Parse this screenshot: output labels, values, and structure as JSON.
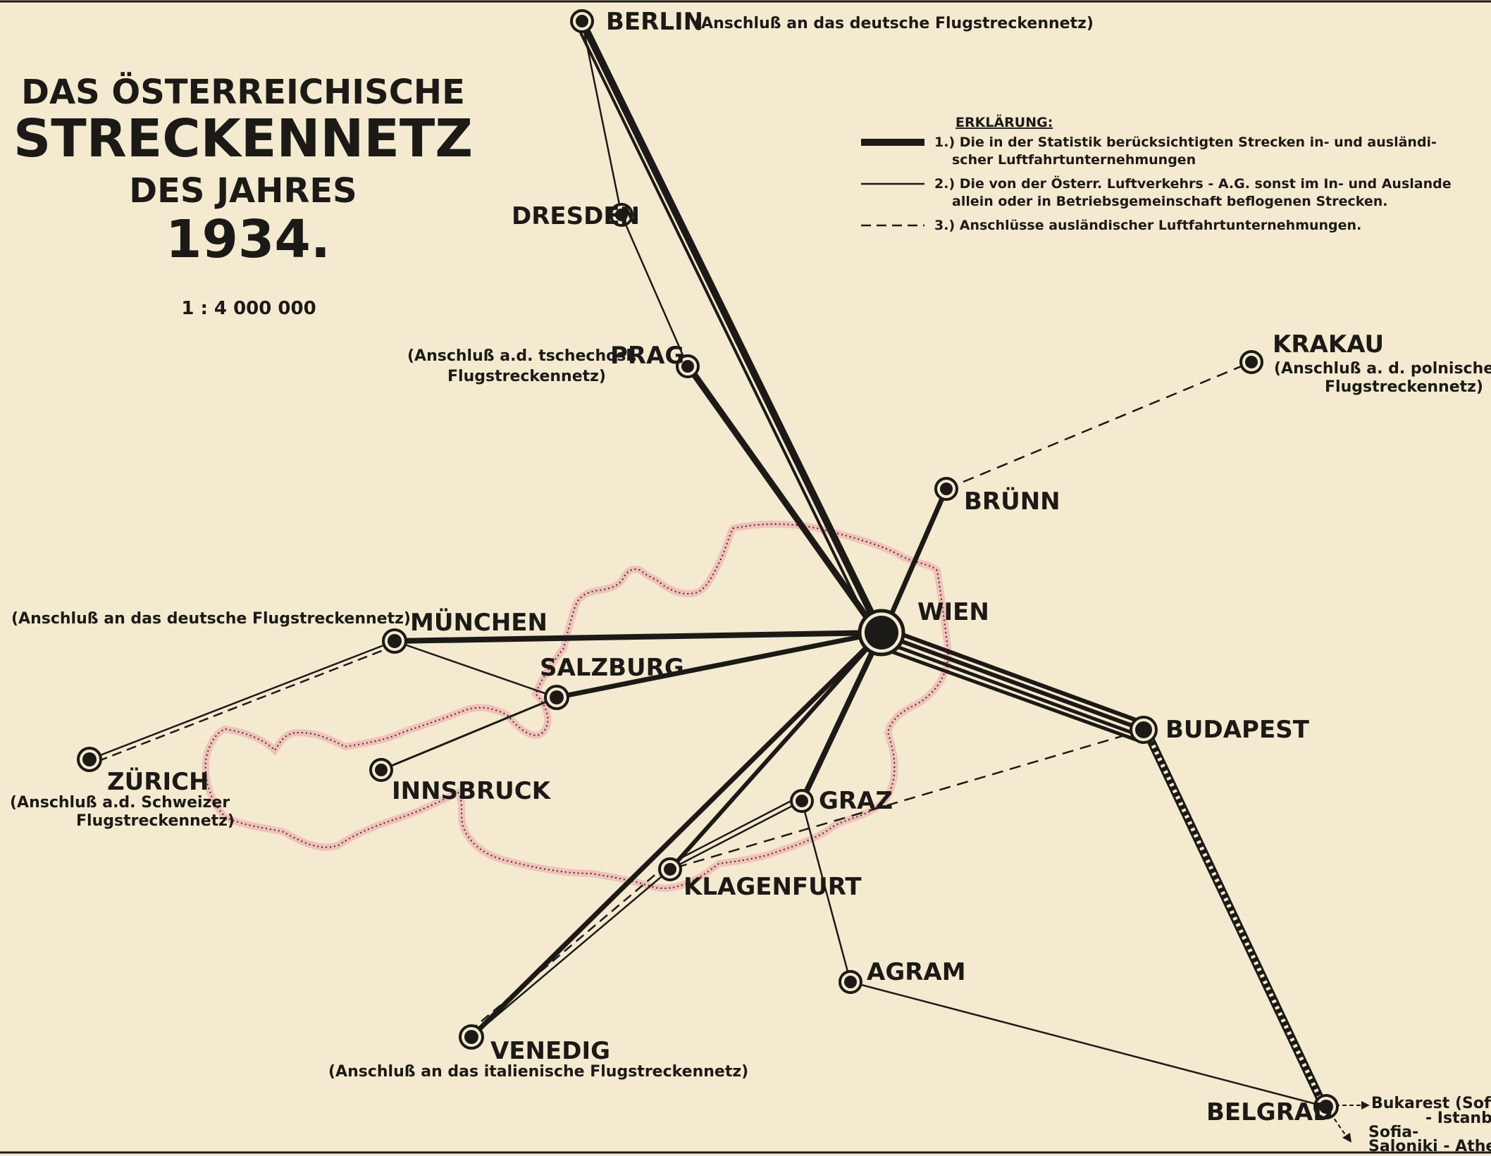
{
  "title": {
    "line1": "DAS ÖSTERREICHISCHE",
    "line2": "STRECKENNETZ",
    "line3": "DES JAHRES",
    "year": "1934.",
    "scale": "1 : 4 000 000"
  },
  "legend": {
    "heading": "ERKLÄRUNG:",
    "item1": [
      "1.) Die in der Statistik berücksichtigten Strecken in- und ausländi-",
      "scher Luftfahrtunternehmungen"
    ],
    "item2": [
      "2.) Die von der Österr. Luftverkehrs - A.G. sonst im In- und Auslande",
      "allein oder in Betriebsgemeinschaft beflogenen Strecken."
    ],
    "item3": [
      "3.) Anschlüsse ausländischer Luftfahrtunternehmungen."
    ]
  },
  "cities": {
    "berlin": "BERLIN",
    "dresden": "DRESDEN",
    "prag": "PRAG",
    "krakau": "KRAKAU",
    "bruenn": "BRÜNN",
    "wien": "WIEN",
    "muenchen": "MÜNCHEN",
    "salzburg": "SALZBURG",
    "innsbruck": "INNSBRUCK",
    "zuerich": "ZÜRICH",
    "graz": "GRAZ",
    "klagenfurt": "KLAGENFURT",
    "budapest": "BUDAPEST",
    "agram": "AGRAM",
    "venedig": "VENEDIG",
    "belgrad": "BELGRAD"
  },
  "notes": {
    "berlin": "(Anschluß an das deutsche Flugstreckennetz)",
    "prag": [
      "(Anschluß a.d. tschechosl.",
      "Flugstreckennetz)"
    ],
    "krakau": [
      "(Anschluß a. d. polnische",
      "Flugstreckennetz)"
    ],
    "muenchen": "(Anschluß an das deutsche Flugstreckennetz)",
    "zuerich": [
      "(Anschluß a.d. Schweizer",
      "Flugstreckennetz)"
    ],
    "venedig": "(Anschluß an das italienische Flugstreckennetz)",
    "belgrad1": [
      "Bukarest (Sofia)-",
      "- Istanbul"
    ],
    "belgrad2": [
      "Sofia-",
      "Saloniki - Athen"
    ]
  },
  "colors": {
    "paper": "#f3ead0",
    "ink": "#1c1a17",
    "border": "#e89a9a"
  }
}
